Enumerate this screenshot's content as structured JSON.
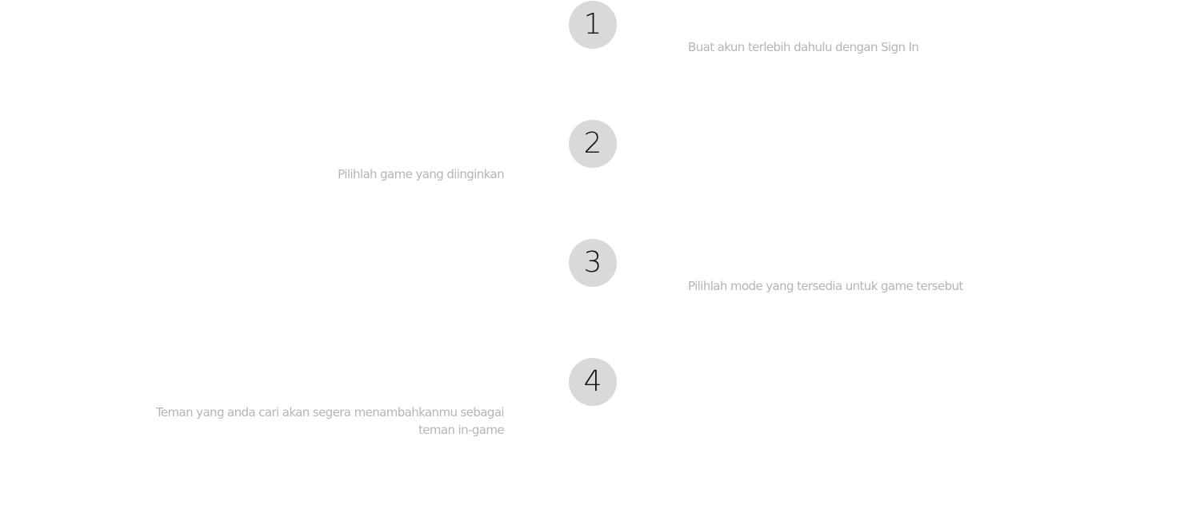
{
  "steps": [
    {
      "number": "1",
      "text": "Buat akun terlebih dahulu dengan Sign In",
      "side": "right"
    },
    {
      "number": "2",
      "text": "Pilihlah game yang diinginkan",
      "side": "left"
    },
    {
      "number": "3",
      "text": "Pilihlah mode yang tersedia untuk game tersebut",
      "side": "right"
    },
    {
      "number": "4",
      "text": "Teman yang anda cari akan segera menambahkanmu sebagai teman in-game",
      "side": "left"
    }
  ],
  "colors": {
    "circle_bg": "#d9d9d9",
    "number_text": "#111111",
    "description_text": "#b5b5b5",
    "page_bg": "#ffffff"
  }
}
